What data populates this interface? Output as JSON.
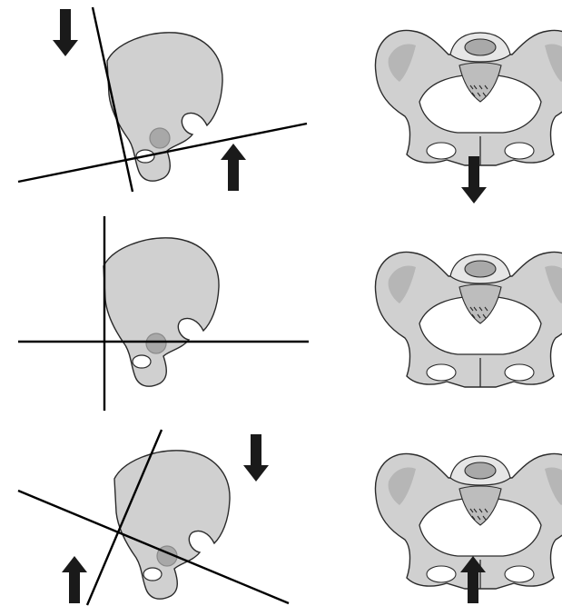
{
  "figure": {
    "panels": [
      {
        "view": "lateral",
        "tilt": "anterior",
        "arrow_front": "down",
        "arrow_back": "up"
      },
      {
        "view": "frontal",
        "tilt": "anterior",
        "arrow": "down"
      },
      {
        "view": "lateral",
        "tilt": "neutral"
      },
      {
        "view": "frontal",
        "tilt": "neutral"
      },
      {
        "view": "lateral",
        "tilt": "posterior",
        "arrow_front": "up",
        "arrow_back": "down"
      },
      {
        "view": "frontal",
        "tilt": "posterior",
        "arrow": "up"
      }
    ],
    "colors": {
      "bone": "#d0d0d0",
      "bone_light": "#e6e6e6",
      "bone_shadow": "#a9a9a9",
      "outline": "#2a2a2a",
      "line": "#000000",
      "arrow": "#1a1a1a",
      "acetabulum": "#a8a8a8"
    }
  }
}
